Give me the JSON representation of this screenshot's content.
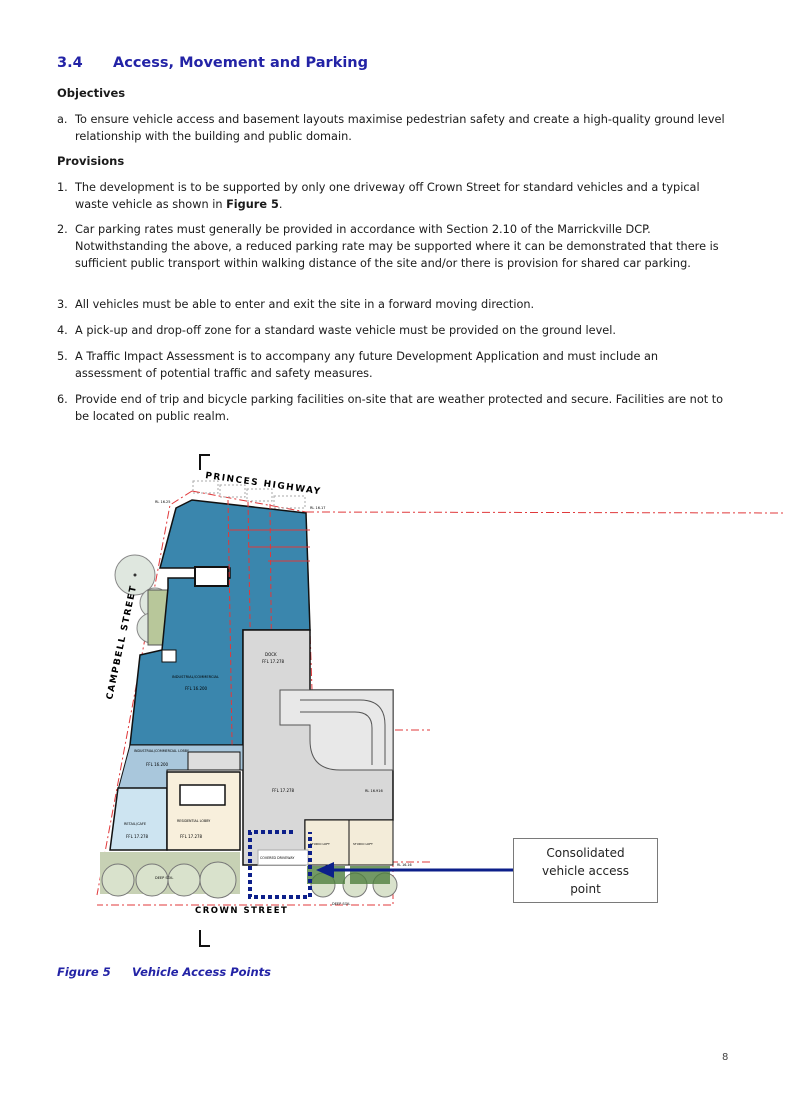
{
  "section": {
    "number": "3.4",
    "title": "Access, Movement and Parking"
  },
  "objectives": {
    "heading": "Objectives",
    "items": [
      {
        "label": "a.",
        "text": "To ensure vehicle access and basement layouts maximise pedestrian safety and create a high-quality ground level relationship with the building and public domain."
      }
    ]
  },
  "provisions": {
    "heading": "Provisions",
    "items": [
      {
        "label": "1.",
        "text": "The development is to be supported by only one driveway off Crown Street for standard vehicles and a typical waste vehicle as shown in ",
        "bold": "Figure 5",
        "after": "."
      },
      {
        "label": "2.",
        "text": "Car parking rates must generally be provided in accordance with Section 2.10 of the Marrickville DCP. Notwithstanding the above, a reduced parking rate may be supported where it can be demonstrated that there is sufficient public transport within walking distance of the site and/or there is provision for shared car parking."
      },
      {
        "label": "3.",
        "text": "All vehicles must be able to enter and exit the site in a forward moving direction."
      },
      {
        "label": "4.",
        "text": "A pick-up and drop-off zone for a standard waste vehicle must be provided on the ground level."
      },
      {
        "label": "5.",
        "text": "A Traffic Impact Assessment is to accompany any future Development Application and must include an assessment of potential traffic and safety measures."
      },
      {
        "label": "6.",
        "text": "Provide end of trip and bicycle parking facilities on-site that are weather protected and secure. Facilities are not to be located on public realm."
      }
    ]
  },
  "figure": {
    "number": "Figure 5",
    "caption": "Vehicle Access Points",
    "callout": "Consolidated vehicle access point",
    "plan_labels": {
      "north_street": "PRINCES HIGHWAY",
      "west_street": "CAMPBELL STREET",
      "south_street": "CROWN STREET",
      "dock": "DOCK",
      "dock_level": "FFL 17.278",
      "industrial": "INDUSTRIAL/COMMERCIAL",
      "industrial_level": "FFL 16.200",
      "lobby": "INDUSTRIAL/COMMERCIAL LOBBY",
      "lobby_level": "FFL 16.200",
      "retail": "RETAIL/CAFE",
      "retail_level": "FFL 17.278",
      "residential": "RESIDENTIAL LOBBY",
      "residential_level": "FFL 17.278",
      "ground_level": "FFL 17.278",
      "covered_driveway": "COVERED DRIVEWAY",
      "deep_soil_south": "DEEP SOIL",
      "deep_soil_east": "DEEP SOIL",
      "rl_ne": "RL 16.17",
      "rl_nw": "RL 16.25",
      "rl_ramp": "RL 16.916",
      "rl_se": "RL 16.16",
      "studio_1": "STUDIO LOFT",
      "studio_2": "STUDIO LOFT"
    },
    "colors": {
      "blue": "#3a86ad",
      "access_path": "#0c1f8a",
      "boundary": "#e0393b"
    }
  },
  "page_number": "8"
}
